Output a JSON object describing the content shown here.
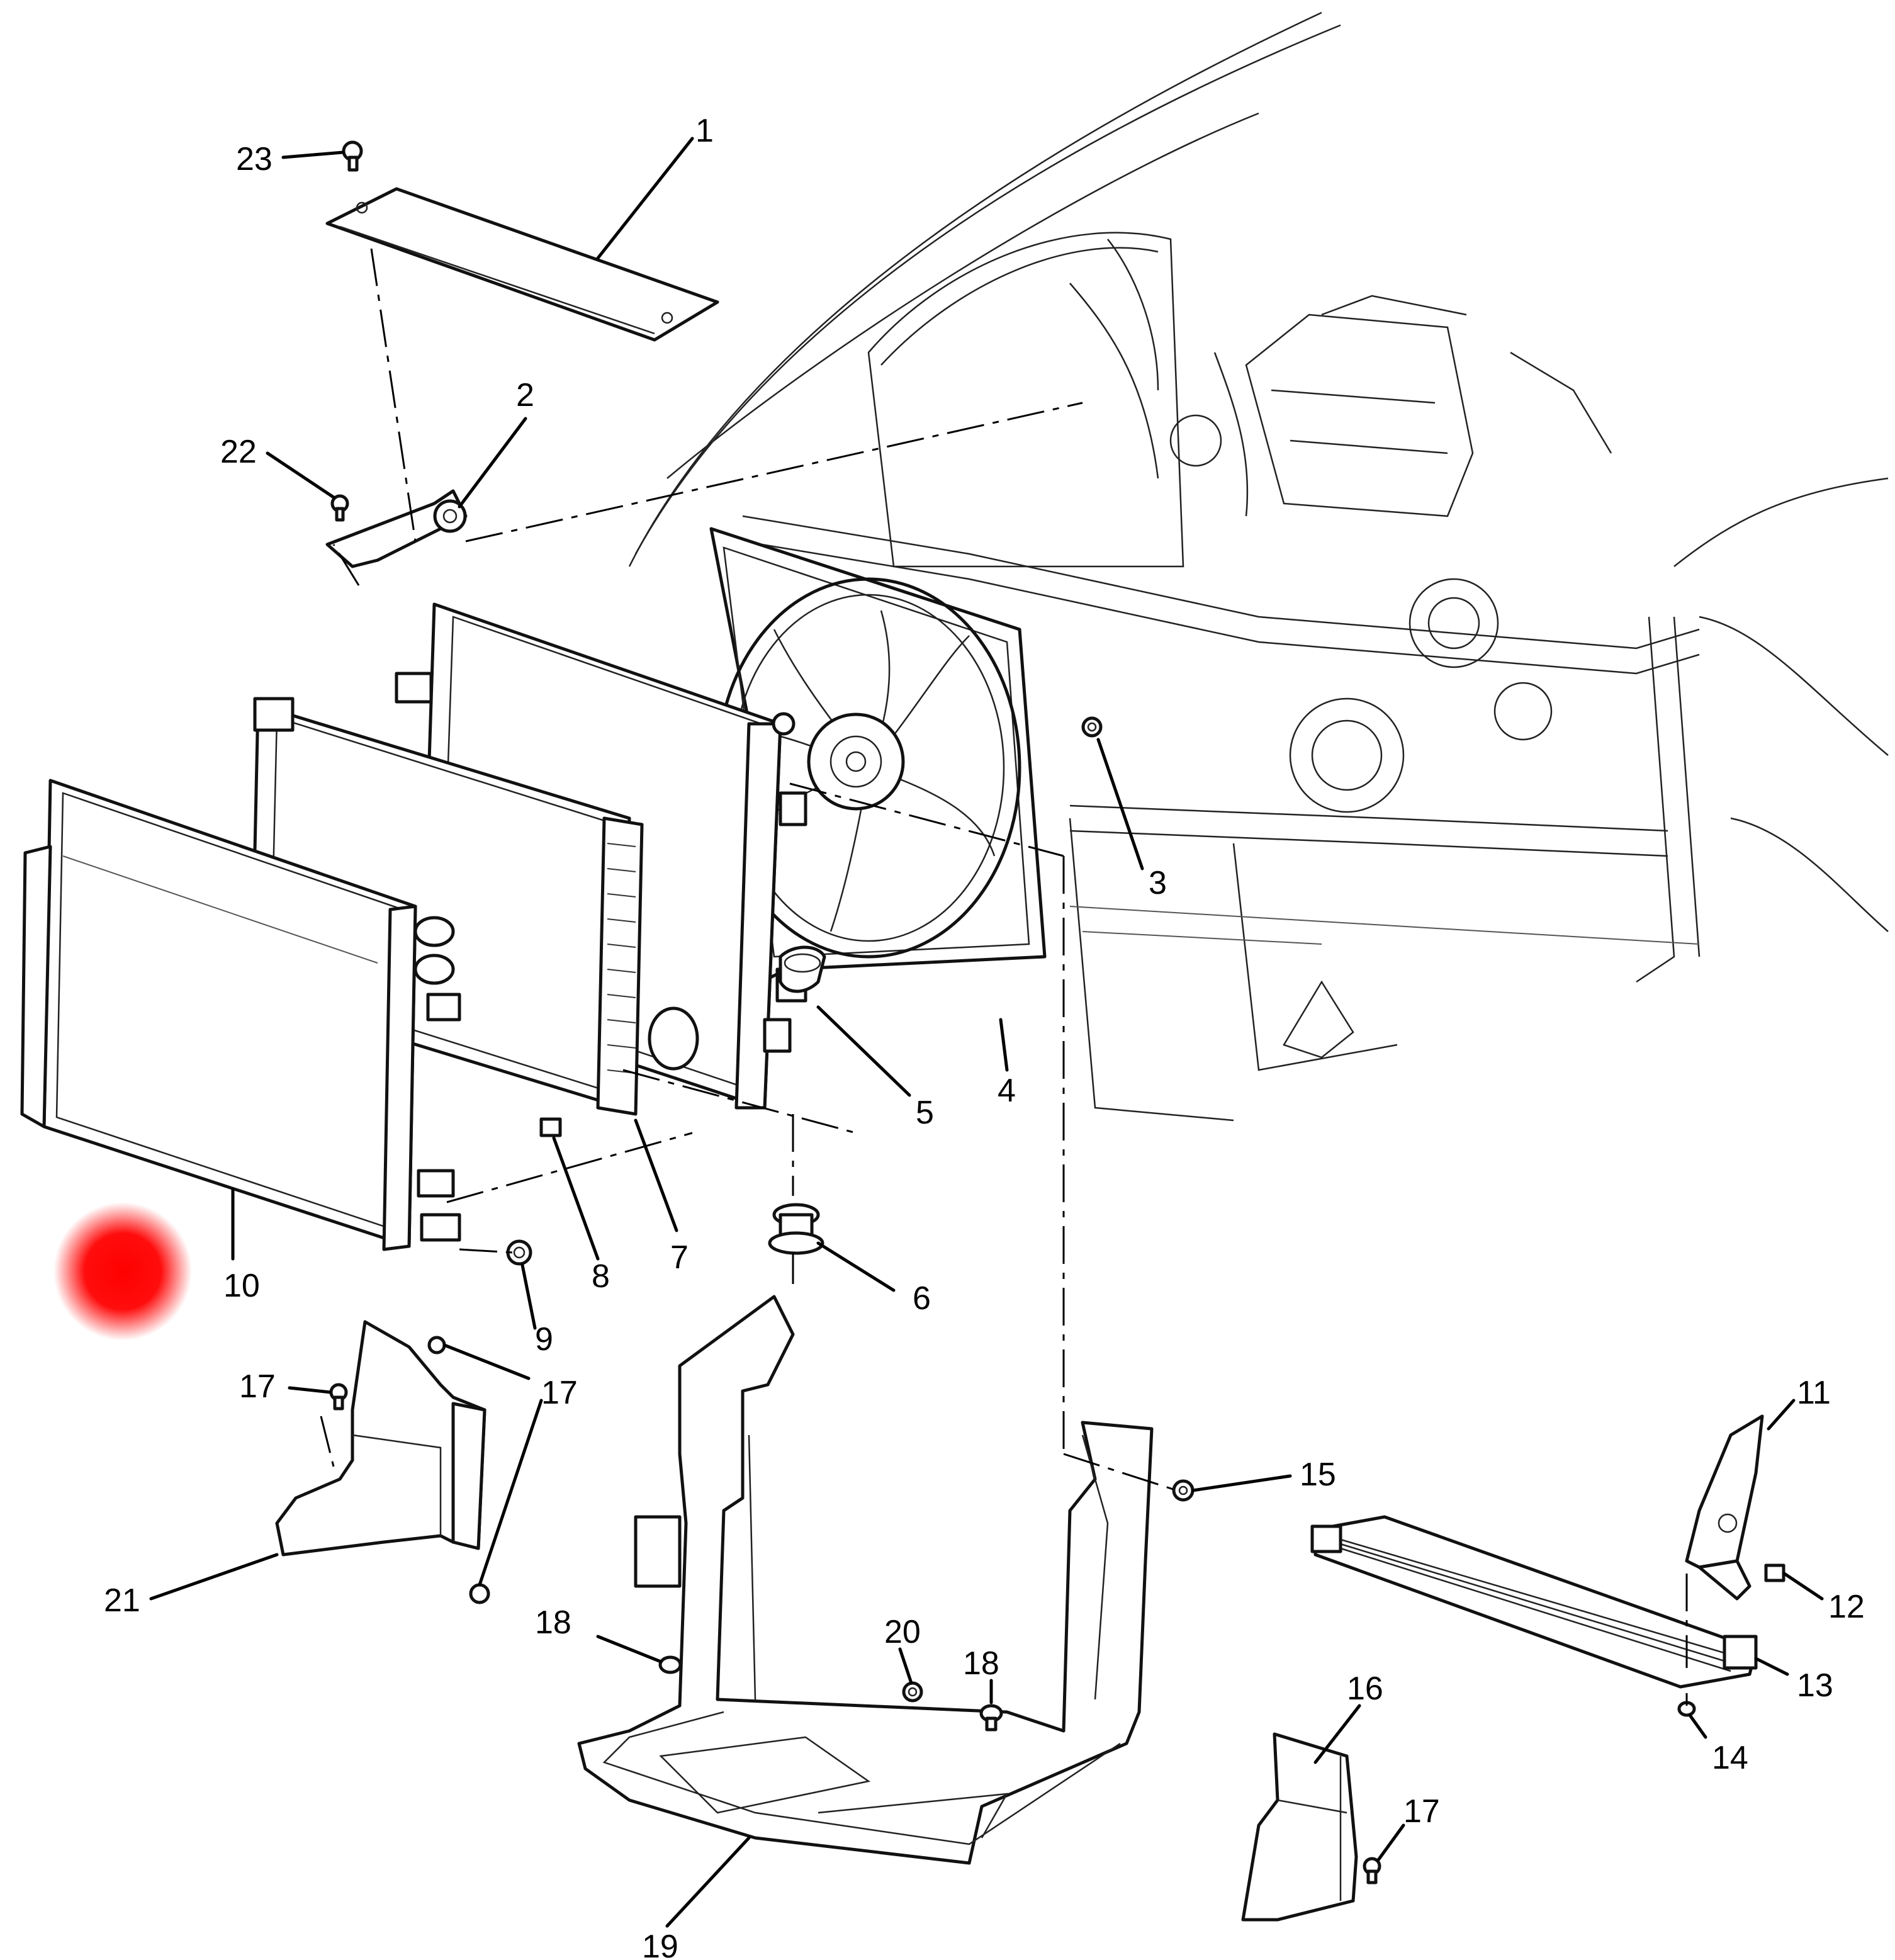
{
  "callouts": [
    {
      "id": "c1",
      "text": "1"
    },
    {
      "id": "c2",
      "text": "2"
    },
    {
      "id": "c3",
      "text": "3"
    },
    {
      "id": "c4",
      "text": "4"
    },
    {
      "id": "c5",
      "text": "5"
    },
    {
      "id": "c6",
      "text": "6"
    },
    {
      "id": "c7",
      "text": "7"
    },
    {
      "id": "c8",
      "text": "8"
    },
    {
      "id": "c9",
      "text": "9"
    },
    {
      "id": "c10",
      "text": "10"
    },
    {
      "id": "c11",
      "text": "11"
    },
    {
      "id": "c12",
      "text": "12"
    },
    {
      "id": "c13",
      "text": "13"
    },
    {
      "id": "c14",
      "text": "14"
    },
    {
      "id": "c15",
      "text": "15"
    },
    {
      "id": "c16",
      "text": "16"
    },
    {
      "id": "c17a",
      "text": "17"
    },
    {
      "id": "c17b",
      "text": "17"
    },
    {
      "id": "c17c",
      "text": "17"
    },
    {
      "id": "c18a",
      "text": "18"
    },
    {
      "id": "c18b",
      "text": "18"
    },
    {
      "id": "c19",
      "text": "19"
    },
    {
      "id": "c20",
      "text": "20"
    },
    {
      "id": "c21",
      "text": "21"
    },
    {
      "id": "c22",
      "text": "22"
    },
    {
      "id": "c23",
      "text": "23"
    }
  ],
  "colors": {
    "line": "#111111",
    "background": "#ffffff",
    "marker": "#ff0000"
  }
}
